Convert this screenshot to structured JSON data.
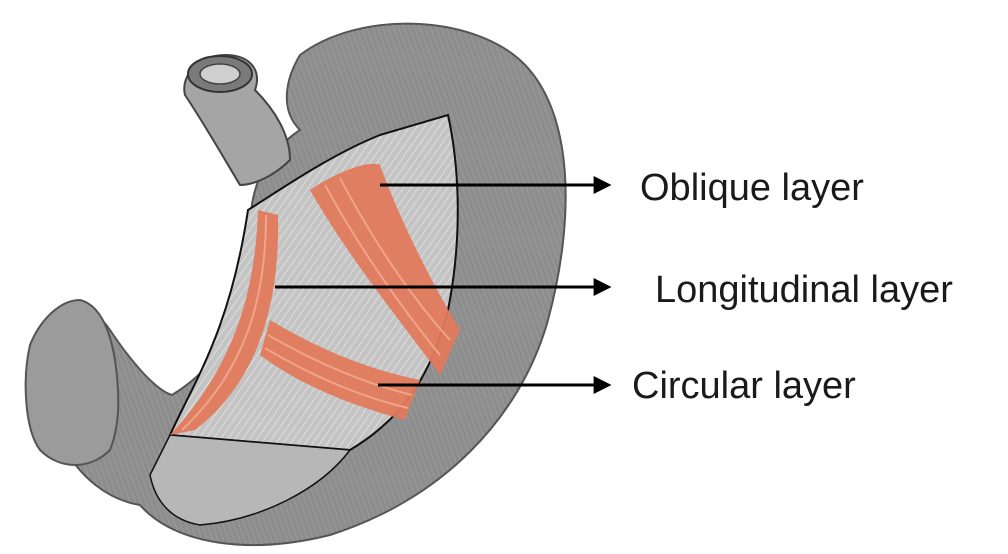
{
  "colors": {
    "background": "#ffffff",
    "outer_wall": "#8a8a8a",
    "outer_wall_dark": "#5e5e5e",
    "inner_surface": "#c9c9c9",
    "muscle": "#e07a5c",
    "muscle_highlight": "#f0a48a",
    "outline": "#111111",
    "arrow": "#000000"
  },
  "labels": [
    {
      "id": "oblique",
      "text": "Oblique layer"
    },
    {
      "id": "longitudinal",
      "text": "Longitudinal layer"
    },
    {
      "id": "circular",
      "text": "Circular layer"
    }
  ],
  "icons": {
    "stomach": "stomach-illustration",
    "arrow": "right-arrow-icon"
  }
}
